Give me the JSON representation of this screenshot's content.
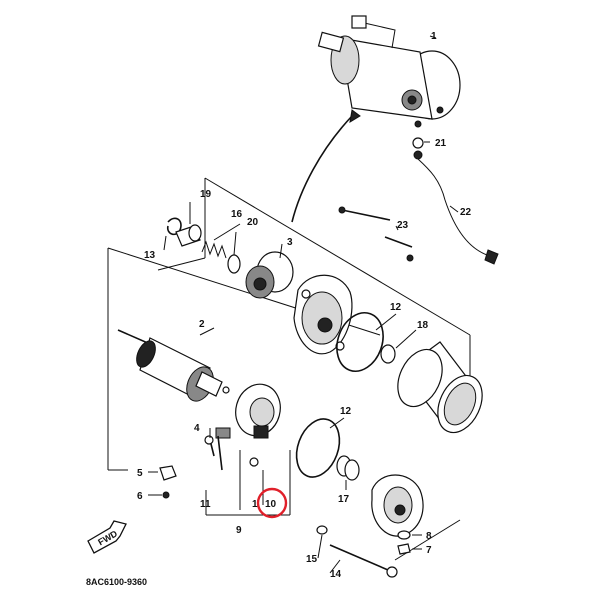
{
  "diagram": {
    "drawing_code": "8AC6100-9360",
    "fwd_label": "FWD",
    "highlight_color": "#e0202a",
    "highlighted_part": "10",
    "callouts": [
      {
        "id": "c1",
        "text": "1"
      },
      {
        "id": "c2",
        "text": "2"
      },
      {
        "id": "c3",
        "text": "3"
      },
      {
        "id": "c4",
        "text": "4"
      },
      {
        "id": "c5",
        "text": "5"
      },
      {
        "id": "c6",
        "text": "6"
      },
      {
        "id": "c7",
        "text": "7"
      },
      {
        "id": "c8",
        "text": "8"
      },
      {
        "id": "c9",
        "text": "9"
      },
      {
        "id": "c10",
        "text": "10"
      },
      {
        "id": "c11",
        "text": "11"
      },
      {
        "id": "c11b",
        "text": "1"
      },
      {
        "id": "c12a",
        "text": "12"
      },
      {
        "id": "c12b",
        "text": "12"
      },
      {
        "id": "c13",
        "text": "13"
      },
      {
        "id": "c14",
        "text": "14"
      },
      {
        "id": "c15",
        "text": "15"
      },
      {
        "id": "c16",
        "text": "16"
      },
      {
        "id": "c17",
        "text": "17"
      },
      {
        "id": "c18",
        "text": "18"
      },
      {
        "id": "c19",
        "text": "19"
      },
      {
        "id": "c20",
        "text": "20"
      },
      {
        "id": "c21",
        "text": "21"
      },
      {
        "id": "c22",
        "text": "22"
      },
      {
        "id": "c23",
        "text": "23"
      }
    ]
  }
}
